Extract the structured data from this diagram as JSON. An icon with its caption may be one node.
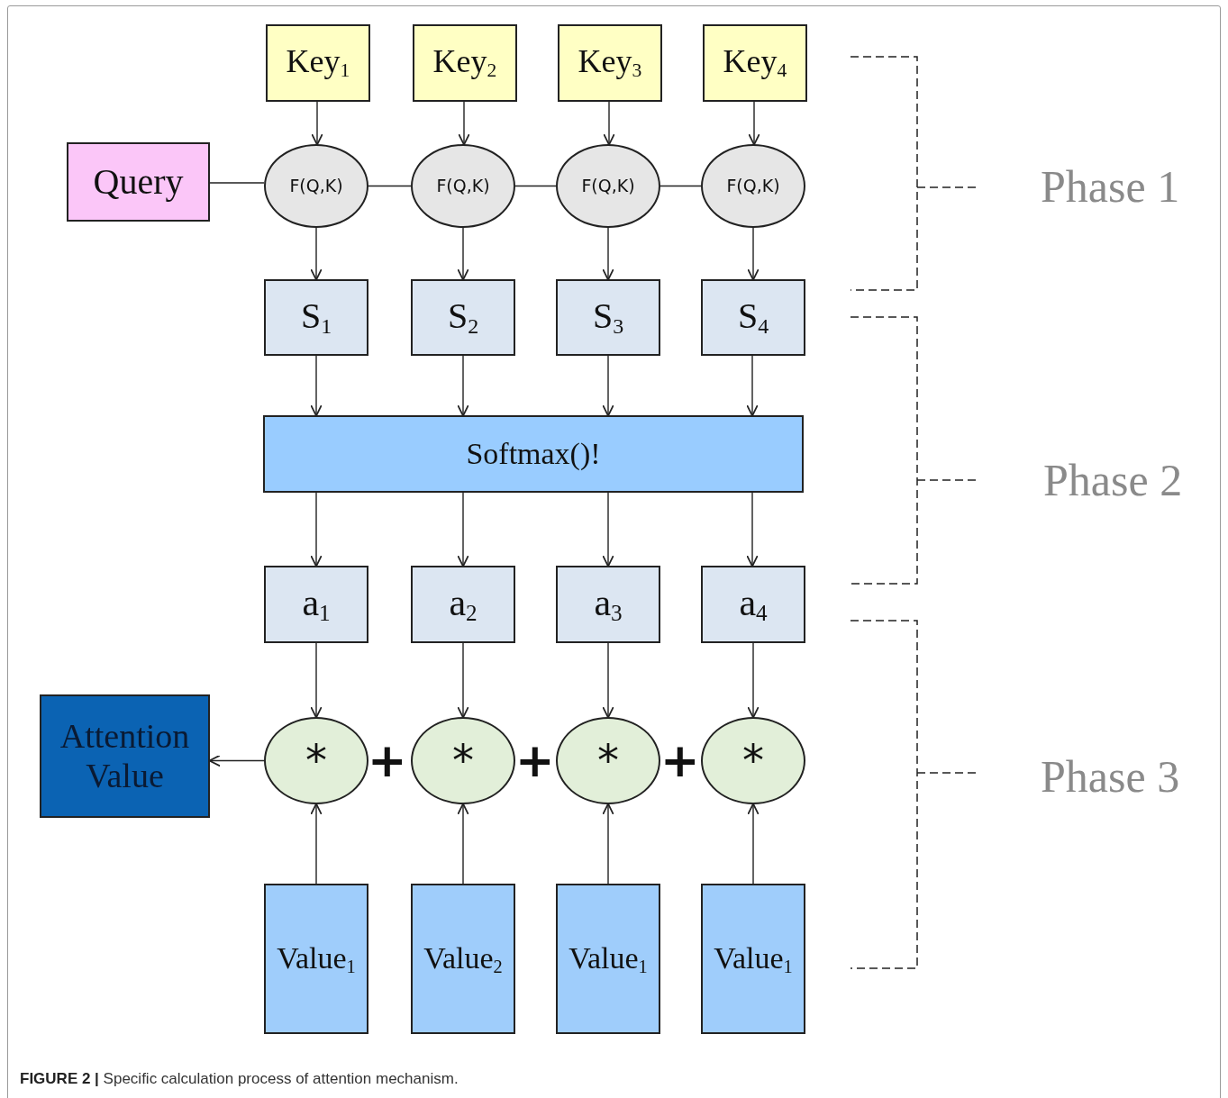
{
  "diagram": {
    "caption": "**FIGURE 2 |** Specific calculation process of attention mechanism.",
    "nodes": [
      {
        "text": [
          "Key$_{1}$"
        ]
      },
      {
        "text": [
          "Key$_{2}$"
        ]
      },
      {
        "text": [
          "Key$_{3}$"
        ]
      },
      {
        "text": [
          "Key$_{4}$"
        ]
      },
      {
        "text": [
          "Query"
        ]
      },
      {
        "text": [
          "F(Q,K)"
        ]
      },
      {
        "text": [
          "F(Q,K)"
        ]
      },
      {
        "text": [
          "F(Q,K)"
        ]
      },
      {
        "text": [
          "F(Q,K)"
        ]
      },
      {
        "text": [
          "S$_{1}$"
        ]
      },
      {
        "text": [
          "S$_{2}$"
        ]
      },
      {
        "text": [
          "S$_{3}$"
        ]
      },
      {
        "text": [
          "S$_{4}$"
        ]
      },
      {
        "text": [
          "Softmax()!"
        ]
      },
      {
        "text": [
          "a$_{1}$"
        ]
      },
      {
        "text": [
          "a$_{2}$"
        ]
      },
      {
        "text": [
          "a$_{3}$"
        ]
      },
      {
        "text": [
          "a$_{4}$"
        ]
      },
      {
        "text": [
          "Attention Value"
        ]
      },
      {
        "text": [
          "*"
        ]
      },
      {
        "text": [
          "*"
        ]
      },
      {
        "text": [
          "*"
        ]
      },
      {
        "text": [
          "*"
        ]
      },
      {
        "text": [
          "Value$_{1}$"
        ]
      },
      {
        "text": [
          "Value$_{2}$"
        ]
      },
      {
        "text": [
          "Value$_{1}$"
        ]
      },
      {
        "text": [
          "Value$_{1}$"
        ]
      }
    ],
    "edges": [
      {
        "from": 0,
        "to": 5,
        "arrow": "to"
      },
      {
        "from": 1,
        "to": 6,
        "arrow": "to"
      },
      {
        "from": 2,
        "to": 7,
        "arrow": "to"
      },
      {
        "from": 3,
        "to": 8,
        "arrow": "to"
      },
      {
        "from": 4,
        "to": 5,
        "arrow": "none"
      },
      {
        "from": 5,
        "to": 6,
        "arrow": "none"
      },
      {
        "from": 6,
        "to": 7,
        "arrow": "none"
      },
      {
        "from": 7,
        "to": 8,
        "arrow": "none"
      },
      {
        "from": 5,
        "to": 9,
        "arrow": "to"
      },
      {
        "from": 6,
        "to": 10,
        "arrow": "to"
      },
      {
        "from": 7,
        "to": 11,
        "arrow": "to"
      },
      {
        "from": 8,
        "to": 12,
        "arrow": "to"
      },
      {
        "from": 9,
        "to": 13,
        "arrow": "to"
      },
      {
        "from": 10,
        "to": 13,
        "arrow": "to"
      },
      {
        "from": 11,
        "to": 13,
        "arrow": "to"
      },
      {
        "from": 12,
        "to": 13,
        "arrow": "to"
      },
      {
        "from": 13,
        "to": 14,
        "arrow": "to"
      },
      {
        "from": 13,
        "to": 15,
        "arrow": "to"
      },
      {
        "from": 13,
        "to": 16,
        "arrow": "to"
      },
      {
        "from": 13,
        "to": 17,
        "arrow": "to"
      },
      {
        "from": 14,
        "to": 19,
        "arrow": "to"
      },
      {
        "from": 15,
        "to": 20,
        "arrow": "to"
      },
      {
        "from": 16,
        "to": 21,
        "arrow": "to"
      },
      {
        "from": 17,
        "to": 22,
        "arrow": "to"
      },
      {
        "from": 23,
        "to": 19,
        "arrow": "to"
      },
      {
        "from": 24,
        "to": 20,
        "arrow": "to"
      },
      {
        "from": 25,
        "to": 21,
        "arrow": "to"
      },
      {
        "from": 26,
        "to": 22,
        "arrow": "to"
      },
      {
        "from": 19,
        "to": 18,
        "arrow": "to"
      }
    ],
    "labels": [
      "Phase 1",
      "Phase 2",
      "Phase 3",
      "+",
      "+",
      "+"
    ]
  }
}
